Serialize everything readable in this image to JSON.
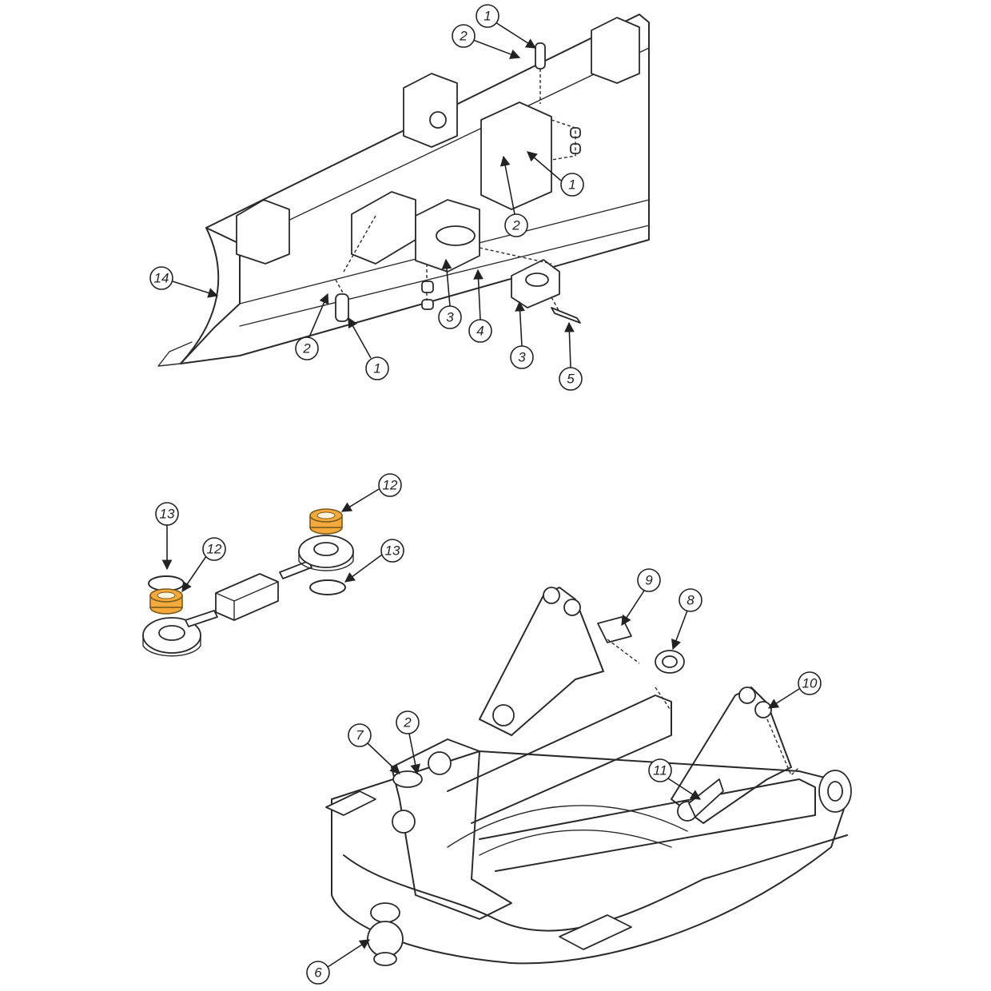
{
  "callouts": [
    {
      "label": "1"
    },
    {
      "label": "2"
    },
    {
      "label": "1"
    },
    {
      "label": "2"
    },
    {
      "label": "14"
    },
    {
      "label": "2"
    },
    {
      "label": "1"
    },
    {
      "label": "3"
    },
    {
      "label": "4"
    },
    {
      "label": "3"
    },
    {
      "label": "5"
    },
    {
      "label": "12"
    },
    {
      "label": "13"
    },
    {
      "label": "12"
    },
    {
      "label": "13"
    },
    {
      "label": "9"
    },
    {
      "label": "8"
    },
    {
      "label": "10"
    },
    {
      "label": "7"
    },
    {
      "label": "2"
    },
    {
      "label": "11"
    },
    {
      "label": "6"
    }
  ],
  "highlight_color": "#f3a93b"
}
